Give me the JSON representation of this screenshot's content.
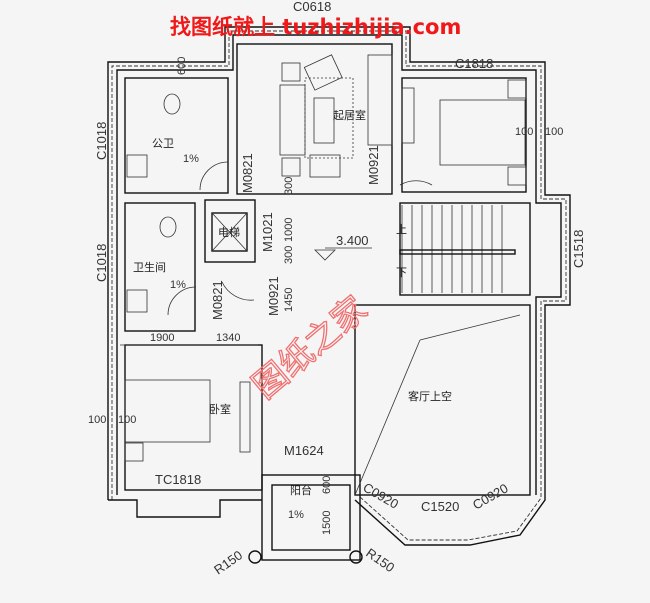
{
  "watermark_top": "找图纸就上 tuzhizhijia.com",
  "watermark_diagonal": "图纸之家",
  "rooms": {
    "public_toilet": "公卫",
    "bathroom": "卫生间",
    "family_room": "起居室",
    "elevator": "电梯",
    "bedroom": "卧室",
    "living_void": "客厅上空",
    "balcony": "阳台"
  },
  "windows": {
    "top": "C0618",
    "top_right": "C1818",
    "left_upper": "C1018",
    "left_lower": "C1018",
    "right": "C1518",
    "bedroom": "TC1818",
    "bay_left": "C0920",
    "bay_center": "C1520",
    "bay_right": "C0920"
  },
  "doors": {
    "toilet": "M0821",
    "family_room": "M0921",
    "elevator": "M1021",
    "bathroom": "M0821",
    "bedroom": "M0921",
    "balcony": "M1624"
  },
  "dimensions": {
    "top_offset": "600",
    "d300a": "300",
    "d1000": "1000",
    "d300b": "300",
    "d1450": "1450",
    "d1900": "1900",
    "d1340": "1340",
    "left_100a": "100",
    "left_100b": "100",
    "right_100a": "100",
    "right_100b": "100",
    "balcony_600": "600",
    "balcony_1500": "1500",
    "r_left": "R150",
    "r_right": "R150"
  },
  "slopes": {
    "toilet": "1%",
    "bathroom": "1%",
    "balcony": "1%"
  },
  "stairs": {
    "up": "上",
    "down": "下"
  },
  "elevation": "3.400"
}
